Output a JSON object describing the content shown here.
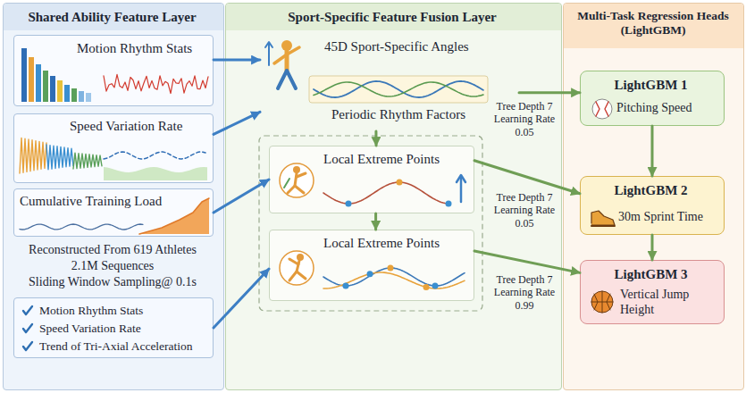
{
  "diagram": {
    "nodes": [
      {
        "text": [
          "Shared Ability Feature Layer"
        ]
      },
      {
        "text": [
          "Motion Rhythm Stats"
        ],
        "in": 0
      },
      {
        "text": [
          "Speed Variation Rate"
        ],
        "in": 0
      },
      {
        "text": [
          "Cumulative Training Load"
        ],
        "in": 0
      },
      {
        "text": [
          "Motion Rhythm Stats",
          "Speed Variation Rate",
          "Trend of Tri-Axial Acceleration"
        ],
        "in": 0
      },
      {
        "text": [
          "Sport-Specific Feature Fusion Layer"
        ]
      },
      {
        "text": [
          "45D Sport-Specific Angles",
          "Periodic Rhythm Factors"
        ],
        "in": 5
      },
      {
        "text": [
          "Local Extreme Points"
        ],
        "in": 5
      },
      {
        "text": [
          "Local Extreme Points"
        ],
        "in": 5
      },
      {
        "text": [
          "Multi-Task Regression Heads (LightGBM)"
        ]
      },
      {
        "text": [
          "LightGBM 1",
          "Pitching Speed"
        ],
        "in": 9
      },
      {
        "text": [
          "LightGBM 2",
          "30m Sprint Time"
        ],
        "in": 9
      },
      {
        "text": [
          "LightGBM 3",
          "Vertical Jump Height"
        ],
        "in": 9
      }
    ],
    "edges": [
      {
        "from": 1,
        "to": 6,
        "arrow": "to"
      },
      {
        "from": 2,
        "to": 6,
        "arrow": "to"
      },
      {
        "from": 3,
        "to": 7,
        "arrow": "to"
      },
      {
        "from": 4,
        "to": 8,
        "arrow": "to"
      },
      {
        "from": 6,
        "to": 7,
        "arrow": "to"
      },
      {
        "from": 7,
        "to": 8,
        "arrow": "to"
      },
      {
        "from": 6,
        "to": 10,
        "label": "Tree Depth 7 Learning Rate 0.05",
        "arrow": "to"
      },
      {
        "from": 7,
        "to": 11,
        "label": "Tree Depth 7 Learning Rate 0.05",
        "arrow": "to"
      },
      {
        "from": 8,
        "to": 12,
        "label": "Tree Depth 7 Learning Rate 0.99",
        "arrow": "to"
      },
      {
        "from": 10,
        "to": 11,
        "arrow": "to"
      },
      {
        "from": 11,
        "to": 12,
        "arrow": "to"
      }
    ],
    "labels": [
      "Reconstructed From 619 Athletes",
      "2.1M Sequences",
      "Sliding Window Sampling@ 0.1s"
    ]
  }
}
